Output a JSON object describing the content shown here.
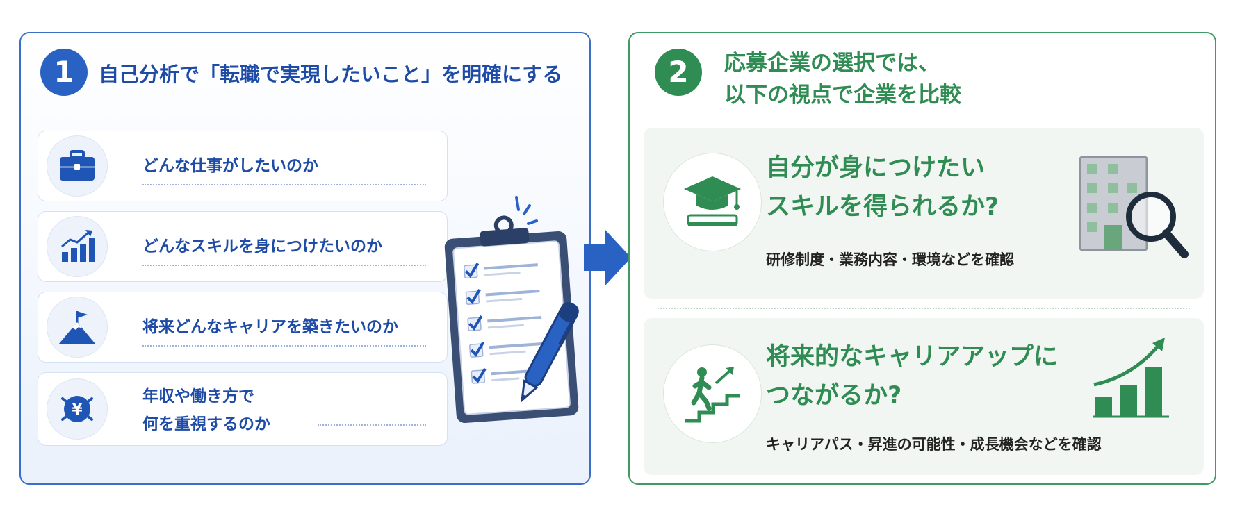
{
  "step1": {
    "number": "1",
    "title": "自己分析で「転職で実現したいこと」を明確にする",
    "items": [
      {
        "icon": "briefcase-icon",
        "lines": [
          "どんな仕事がしたいのか"
        ]
      },
      {
        "icon": "growth-chart-icon",
        "lines": [
          "どんなスキルを身につけたいのか"
        ]
      },
      {
        "icon": "mountain-flag-icon",
        "lines": [
          "将来どんなキャリアを築きたいのか"
        ]
      },
      {
        "icon": "yen-coin-icon",
        "lines": [
          "年収や働き方で",
          "何を重視するのか"
        ]
      }
    ],
    "illustration": "clipboard-checklist-icon"
  },
  "connector": "arrow-right-icon",
  "step2": {
    "number": "2",
    "title_lines": [
      "応募企業の選択では、",
      "以下の視点で企業を比較"
    ],
    "cards": [
      {
        "icon": "graduation-cap-icon",
        "heading_lines": [
          "自分が身につけたい",
          "スキルを得られるか?"
        ],
        "sub": "研修制度・業務内容・環境などを確認",
        "illustration": "building-magnifier-icon"
      },
      {
        "icon": "stairs-climber-icon",
        "heading_lines": [
          "将来的なキャリアアップに",
          "つながるか?"
        ],
        "sub": "キャリアパス・昇進の可能性・成長機会などを確認",
        "illustration": "rising-bar-chart-icon"
      }
    ]
  },
  "colors": {
    "blue": "#2a62c4",
    "blue_text": "#1d4ba6",
    "green": "#2f8c52",
    "green_light": "#7fbf95"
  }
}
